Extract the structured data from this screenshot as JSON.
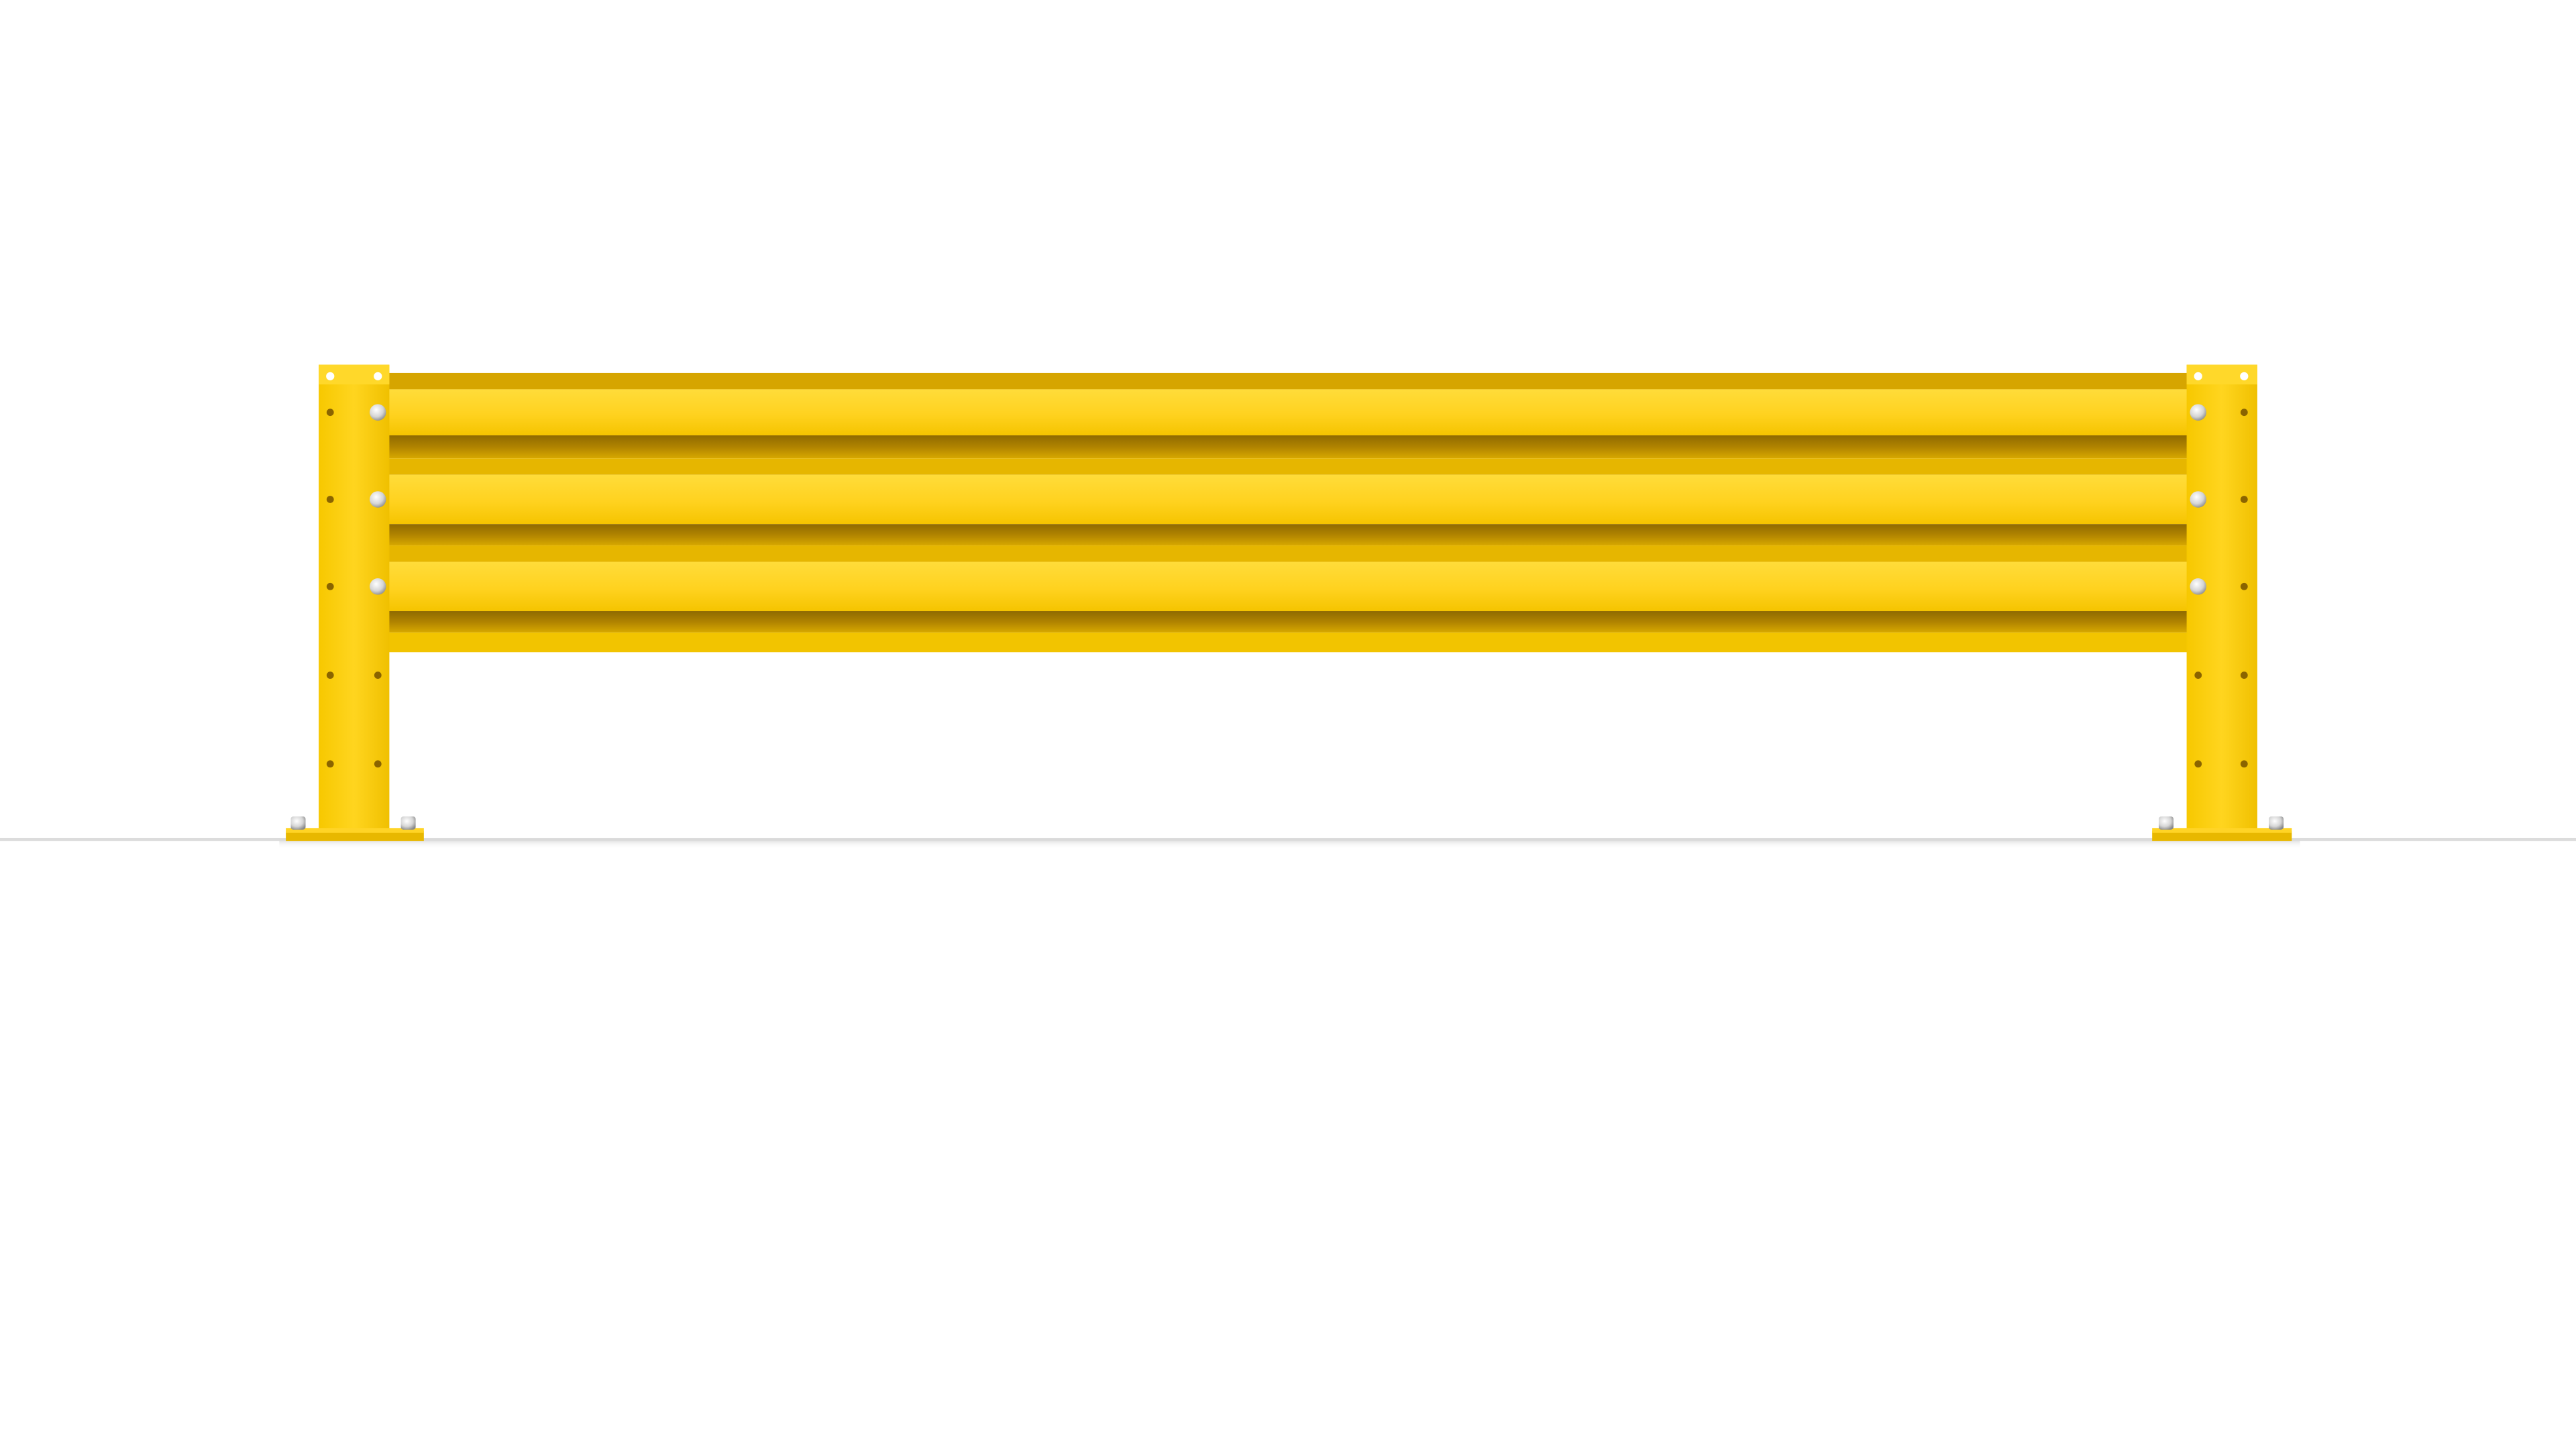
{
  "scene": {
    "subject": "guardrail-barrier",
    "colors": {
      "background": "#ffffff",
      "yellow_light": "#ffd426",
      "yellow_mid": "#f2c200",
      "yellow_dark": "#c99a00",
      "yellow_shadow": "#9c7500",
      "bolt": "#d9d9d9",
      "hole": "#7a5a00",
      "floor_line": "#cfcfcf"
    },
    "rail_count": 3,
    "post_count": 2
  }
}
